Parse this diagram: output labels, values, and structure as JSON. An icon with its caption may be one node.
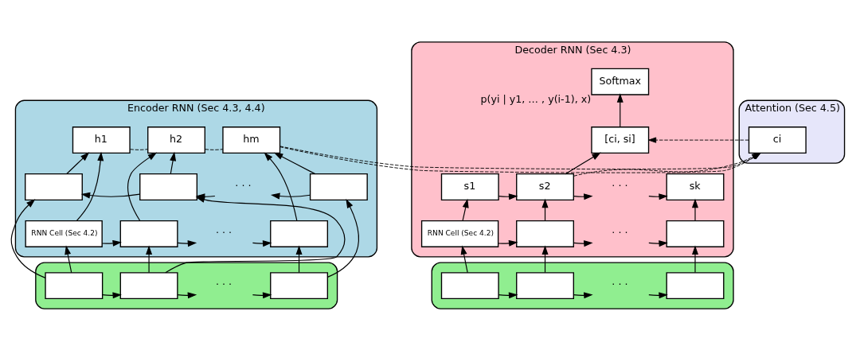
{
  "diagram": {
    "nodes": [
      {
        "text": [
          "Encoder RNN (Sec 4.3, 4.4)"
        ]
      },
      {
        "text": [
          "h1"
        ],
        "in": 0
      },
      {
        "text": [
          "h2"
        ],
        "in": 0
      },
      {
        "text": [
          "hm"
        ],
        "in": 0
      },
      {
        "text": [],
        "shape": "box",
        "in": 0
      },
      {
        "text": [],
        "shape": "box",
        "in": 0
      },
      {
        "text": [
          "· · ·"
        ],
        "in": 0
      },
      {
        "text": [],
        "shape": "box",
        "in": 0
      },
      {
        "text": [
          "RNN Cell (Sec 4.2)"
        ],
        "in": 0
      },
      {
        "text": [],
        "shape": "box",
        "in": 0
      },
      {
        "text": [
          "· · ·"
        ],
        "in": 0
      },
      {
        "text": [],
        "shape": "box",
        "in": 0
      },
      {
        "text": [
          "Attention (Sec 4.5)"
        ]
      },
      {
        "text": [
          "ci"
        ],
        "in": 12
      },
      {
        "text": [
          "Decoder RNN (Sec 4.3)"
        ]
      },
      {
        "text": [
          "Softmax"
        ],
        "beside": [
          "p(yi | y1, … , y(i-1), x)"
        ],
        "in": 14
      },
      {
        "text": [
          "[ci, si]"
        ],
        "in": 14
      },
      {
        "text": [
          "s1"
        ],
        "in": 14
      },
      {
        "text": [
          "s2"
        ],
        "in": 14
      },
      {
        "text": [
          "· · ·"
        ],
        "in": 14
      },
      {
        "text": [
          "sk"
        ],
        "in": 14
      },
      {
        "text": [
          "RNN Cell (Sec 4.2)"
        ],
        "in": 14
      },
      {
        "text": [],
        "shape": "box",
        "in": 14
      },
      {
        "text": [
          "· · ·"
        ],
        "in": 14
      },
      {
        "text": [],
        "shape": "box",
        "in": 14
      },
      {
        "text": [],
        "shape": "box"
      },
      {
        "text": [],
        "shape": "box",
        "in": 25
      },
      {
        "text": [],
        "shape": "box",
        "in": 25
      },
      {
        "text": [
          "· · ·"
        ],
        "in": 25
      },
      {
        "text": [],
        "shape": "box",
        "in": 25
      },
      {
        "text": [],
        "shape": "box"
      },
      {
        "text": [],
        "shape": "box",
        "in": 30
      },
      {
        "text": [],
        "shape": "box",
        "in": 30
      },
      {
        "text": [
          "· · ·"
        ],
        "in": 30
      },
      {
        "text": [],
        "shape": "box",
        "in": 30
      }
    ],
    "edges": [
      {
        "from": 1,
        "to": 2,
        "arrow": "none",
        "style": "dashed"
      },
      {
        "from": 2,
        "to": 3,
        "arrow": "none",
        "style": "dashed"
      },
      {
        "from": 3,
        "to": 13,
        "arrow": "to",
        "style": "dashed"
      },
      {
        "from": 13,
        "to": 16,
        "arrow": "to",
        "style": "dashed"
      },
      {
        "from": 18,
        "to": 13,
        "arrow": "to",
        "style": "dashed"
      },
      {
        "from": 18,
        "to": 16,
        "arrow": "to"
      },
      {
        "from": 16,
        "to": 15,
        "arrow": "to"
      },
      {
        "from": 4,
        "to": 1,
        "arrow": "to"
      },
      {
        "from": 5,
        "to": 2,
        "arrow": "to"
      },
      {
        "from": 7,
        "to": 3,
        "arrow": "to"
      },
      {
        "from": 8,
        "to": 1,
        "arrow": "to"
      },
      {
        "from": 9,
        "to": 2,
        "arrow": "to"
      },
      {
        "from": 11,
        "to": 3,
        "arrow": "to"
      },
      {
        "from": 5,
        "to": 4,
        "arrow": "to"
      },
      {
        "from": 6,
        "to": 5,
        "arrow": "to"
      },
      {
        "from": 7,
        "to": 6,
        "arrow": "to"
      },
      {
        "from": 8,
        "to": 9,
        "arrow": "to"
      },
      {
        "from": 9,
        "to": 10,
        "arrow": "to"
      },
      {
        "from": 10,
        "to": 11,
        "arrow": "to"
      },
      {
        "from": 26,
        "to": 8,
        "arrow": "to"
      },
      {
        "from": 27,
        "to": 9,
        "arrow": "to"
      },
      {
        "from": 29,
        "to": 11,
        "arrow": "to"
      },
      {
        "from": 26,
        "to": 4,
        "arrow": "to"
      },
      {
        "from": 27,
        "to": 5,
        "arrow": "to"
      },
      {
        "from": 29,
        "to": 7,
        "arrow": "to"
      },
      {
        "from": 26,
        "to": 27,
        "arrow": "to"
      },
      {
        "from": 27,
        "to": 28,
        "arrow": "to"
      },
      {
        "from": 28,
        "to": 29,
        "arrow": "to"
      },
      {
        "from": 17,
        "to": 18,
        "arrow": "to"
      },
      {
        "from": 18,
        "to": 19,
        "arrow": "to"
      },
      {
        "from": 19,
        "to": 20,
        "arrow": "to"
      },
      {
        "from": 21,
        "to": 17,
        "arrow": "to"
      },
      {
        "from": 22,
        "to": 18,
        "arrow": "to"
      },
      {
        "from": 24,
        "to": 20,
        "arrow": "to"
      },
      {
        "from": 21,
        "to": 22,
        "arrow": "to"
      },
      {
        "from": 22,
        "to": 23,
        "arrow": "to"
      },
      {
        "from": 23,
        "to": 24,
        "arrow": "to"
      },
      {
        "from": 31,
        "to": 21,
        "arrow": "to"
      },
      {
        "from": 32,
        "to": 22,
        "arrow": "to"
      },
      {
        "from": 34,
        "to": 24,
        "arrow": "to"
      },
      {
        "from": 31,
        "to": 32,
        "arrow": "to"
      },
      {
        "from": 32,
        "to": 33,
        "arrow": "to"
      },
      {
        "from": 33,
        "to": 34,
        "arrow": "to"
      }
    ]
  }
}
